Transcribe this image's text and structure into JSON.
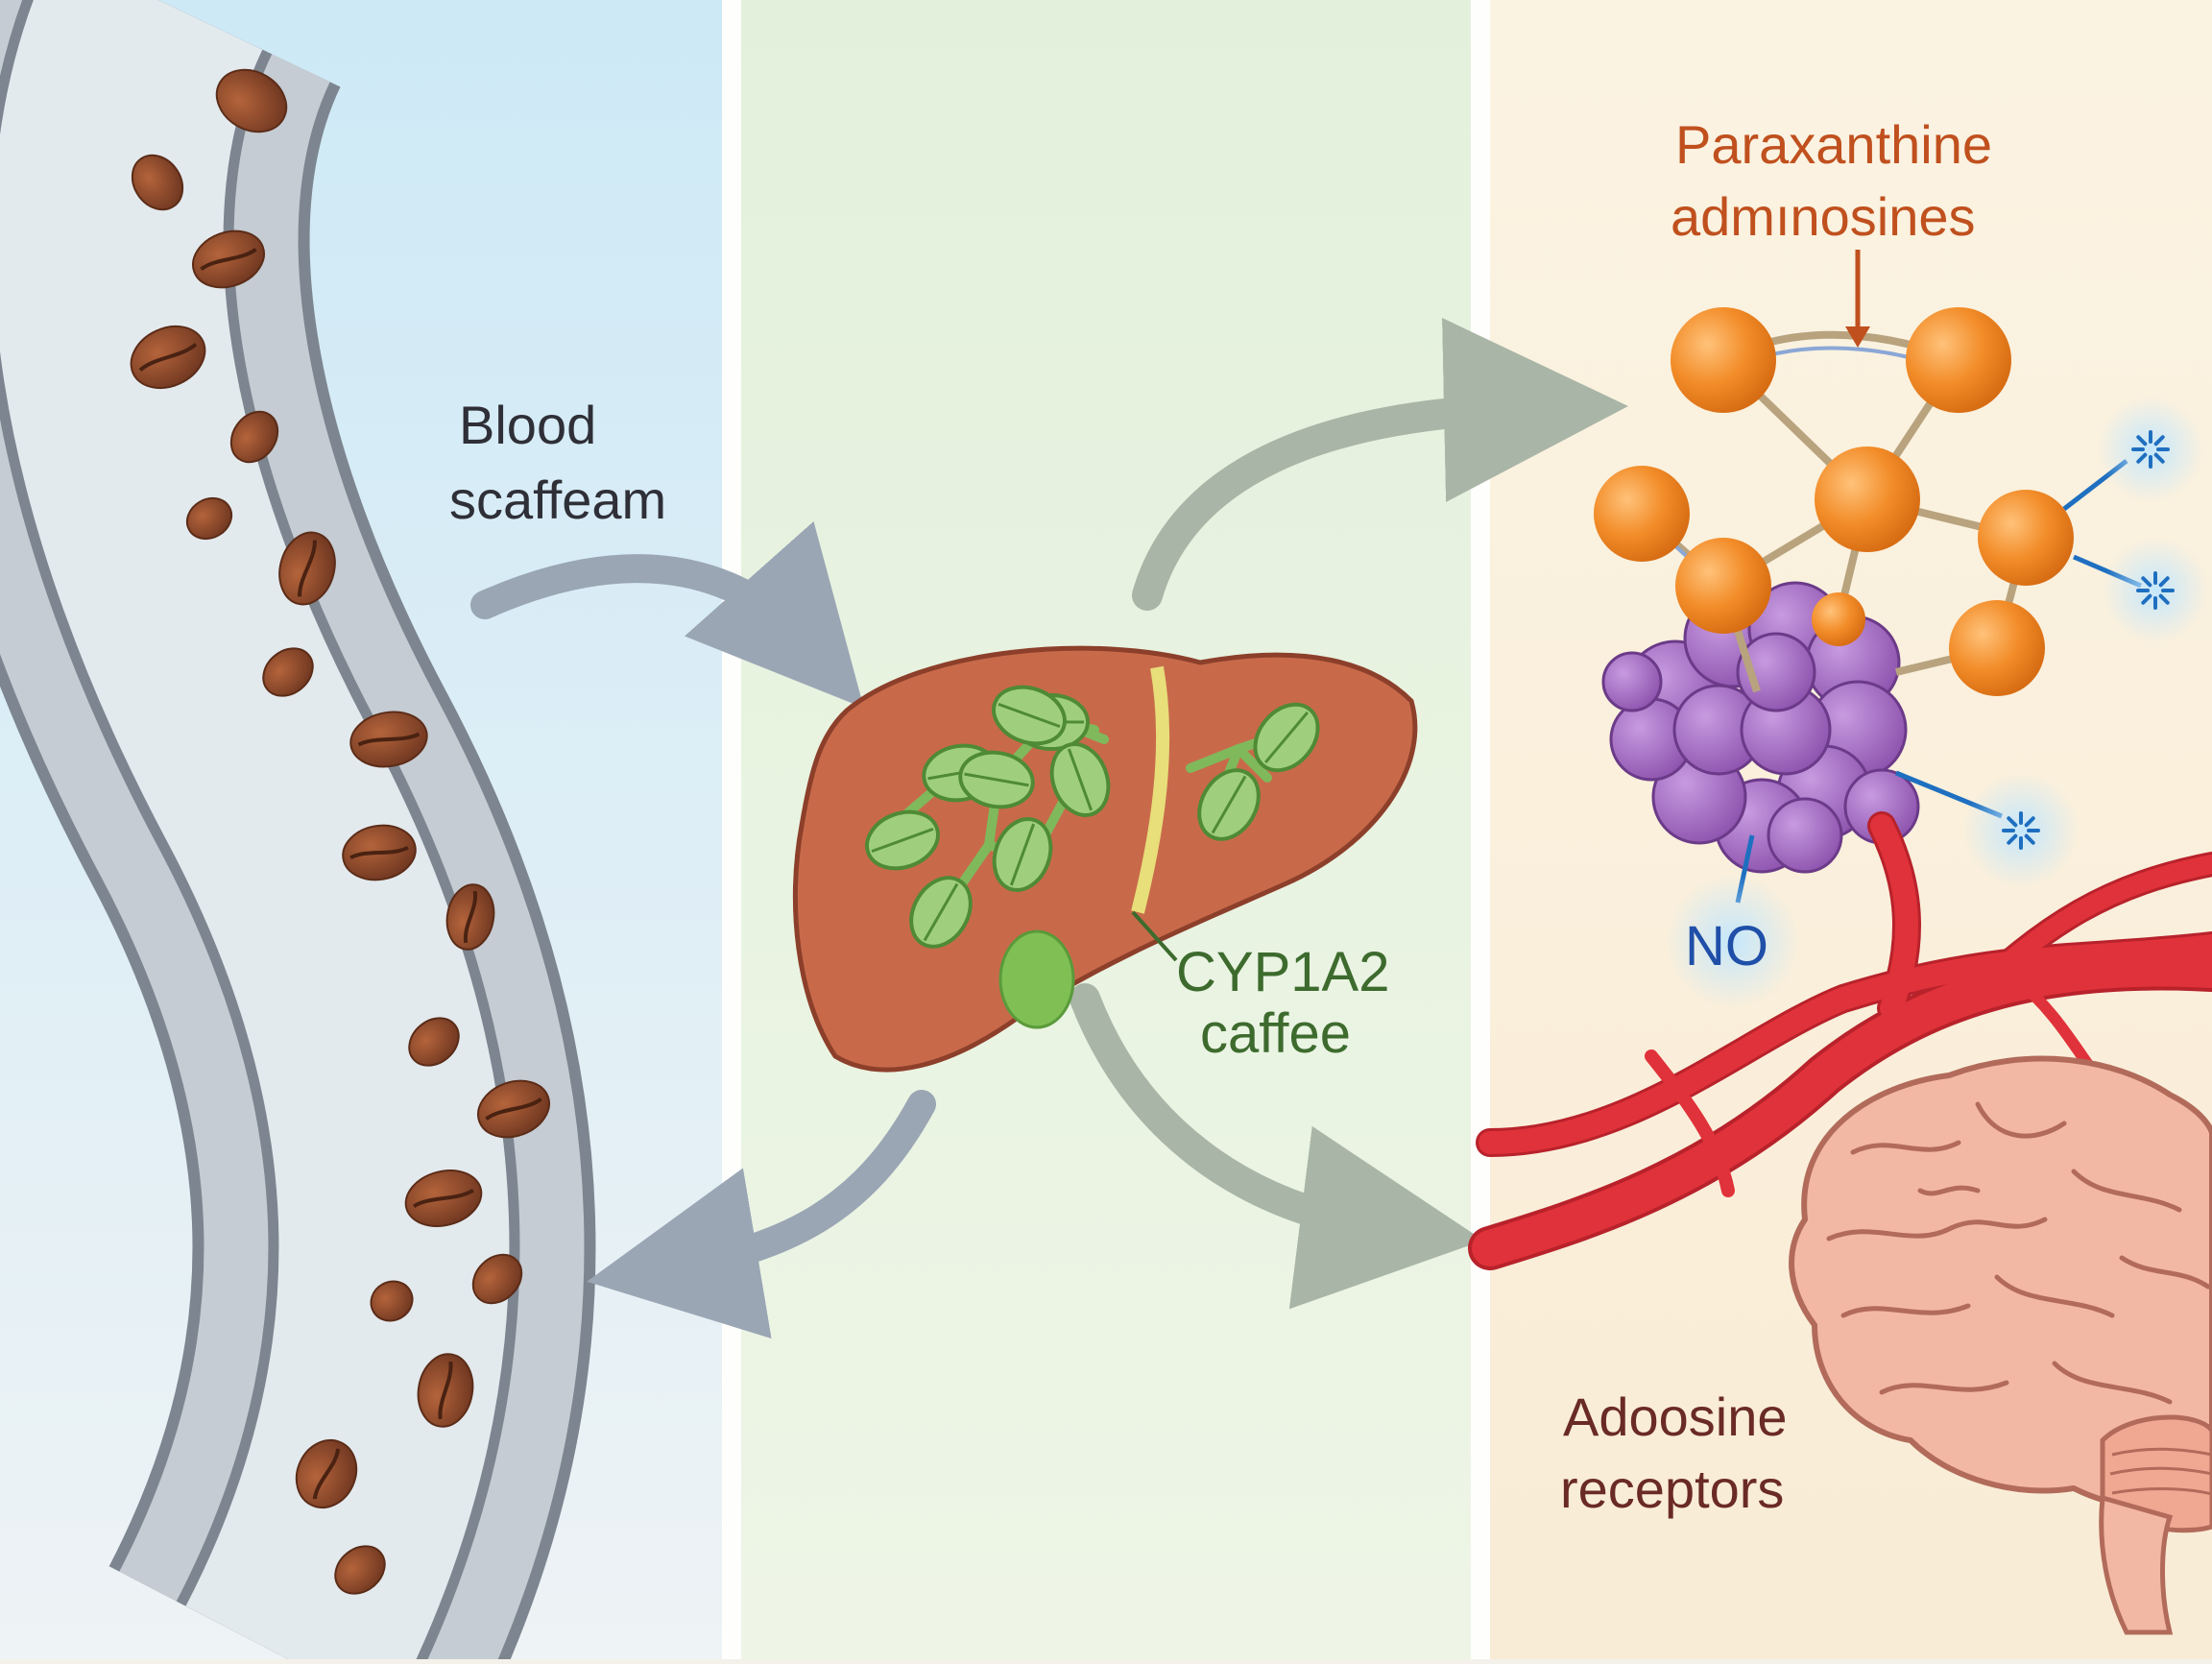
{
  "labels": {
    "blood_line1": "Blood",
    "blood_line2": "scaffeam",
    "enzyme_line1": "CYP1A2",
    "enzyme_line2": "caffee",
    "metabolite_line1": "Paraxanthine",
    "metabolite_line2": "admınosines",
    "no_label": "NO",
    "receptor_line1": "Adoosine",
    "receptor_line2": "receptors"
  },
  "colors": {
    "panel_blood": "#d6ecf7",
    "panel_liver": "#e6f3df",
    "panel_brain": "#fbf1dc",
    "coffee_bean": "#8a4a2c",
    "liver": "#c86a4a",
    "hepatocyte": "#9fcf7d",
    "molecule_orange": "#f28c28",
    "receptor_purple": "#a66cc0",
    "artery_red": "#e0323a",
    "brain_pink": "#f3b8a4",
    "arrow_gray": "#9aa6b4",
    "label_dark": "#2f2f38",
    "label_green": "#3d6b2e",
    "label_orange": "#c0501e",
    "label_blue": "#1f4fa8",
    "label_maroon": "#6a2a26"
  },
  "icons": [
    "blood-vessel",
    "coffee-bean",
    "liver",
    "molecule",
    "receptor-cluster",
    "artery",
    "brain",
    "sparkle"
  ]
}
